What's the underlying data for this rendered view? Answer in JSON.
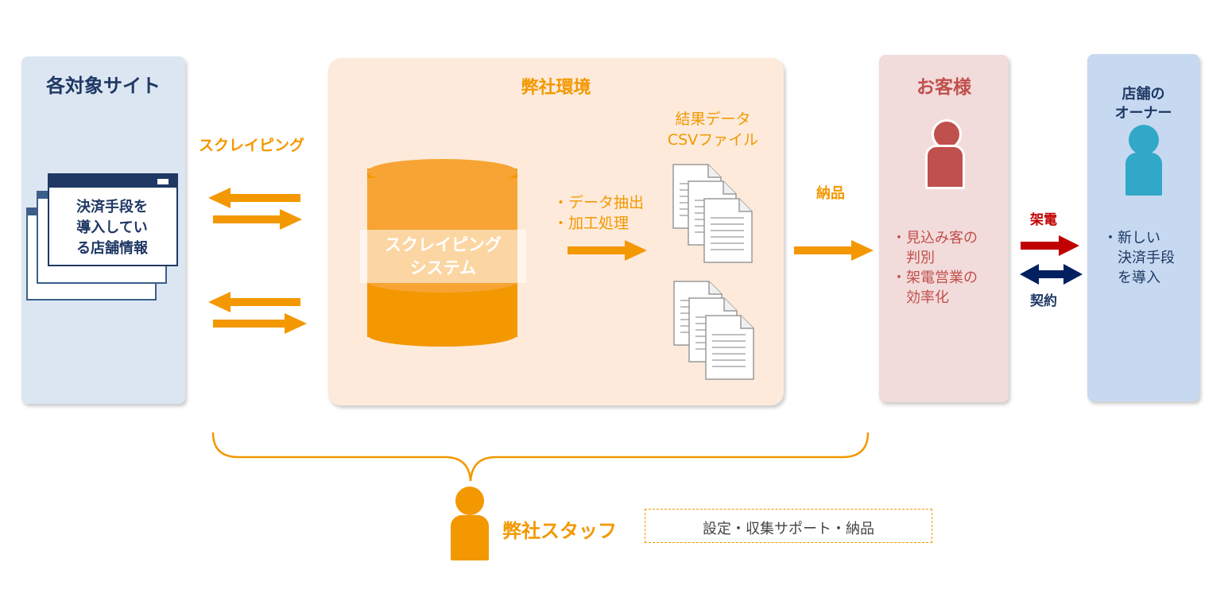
{
  "panels": {
    "sites": {
      "title": "各対象サイト",
      "window_lines": [
        "決済手段を",
        "導入してい",
        "る店舗情報"
      ]
    },
    "company": {
      "title": "弊社環境",
      "db_label_lines": [
        "スクレイピング",
        "システム"
      ],
      "process_lines": [
        "・データ抽出",
        "・加工処理"
      ],
      "result_lines": [
        "結果データ",
        "CSVファイル"
      ]
    },
    "customer": {
      "title": "お客様",
      "bullets": [
        "・見込み客の",
        "　判別",
        "・架電営業の",
        "　効率化"
      ]
    },
    "owner": {
      "title_lines": [
        "店舗の",
        "オーナー"
      ],
      "bullets": [
        "・新しい",
        "　決済手段",
        "　を導入"
      ]
    }
  },
  "flows": {
    "scraping": "スクレイピング",
    "delivery": "納品",
    "call": "架電",
    "contract": "契約"
  },
  "staff": {
    "label": "弊社スタッフ",
    "tasks": "設定・収集サポート・納品"
  },
  "colors": {
    "orange": "#f39800",
    "sites_bg": "#dce6f2",
    "company_bg": "#fdeada",
    "customer_bg": "#f2dcdb",
    "owner_bg": "#c6d9f1",
    "navy": "#1f3864",
    "red": "#c0504d",
    "cyan": "#31a8c8",
    "call_arrow": "#c00000",
    "contract_arrow": "#002060"
  },
  "icons": [
    "browser-window-icon",
    "database-icon",
    "document-stack-icon",
    "person-icon",
    "arrow-icon",
    "curly-brace-icon"
  ]
}
